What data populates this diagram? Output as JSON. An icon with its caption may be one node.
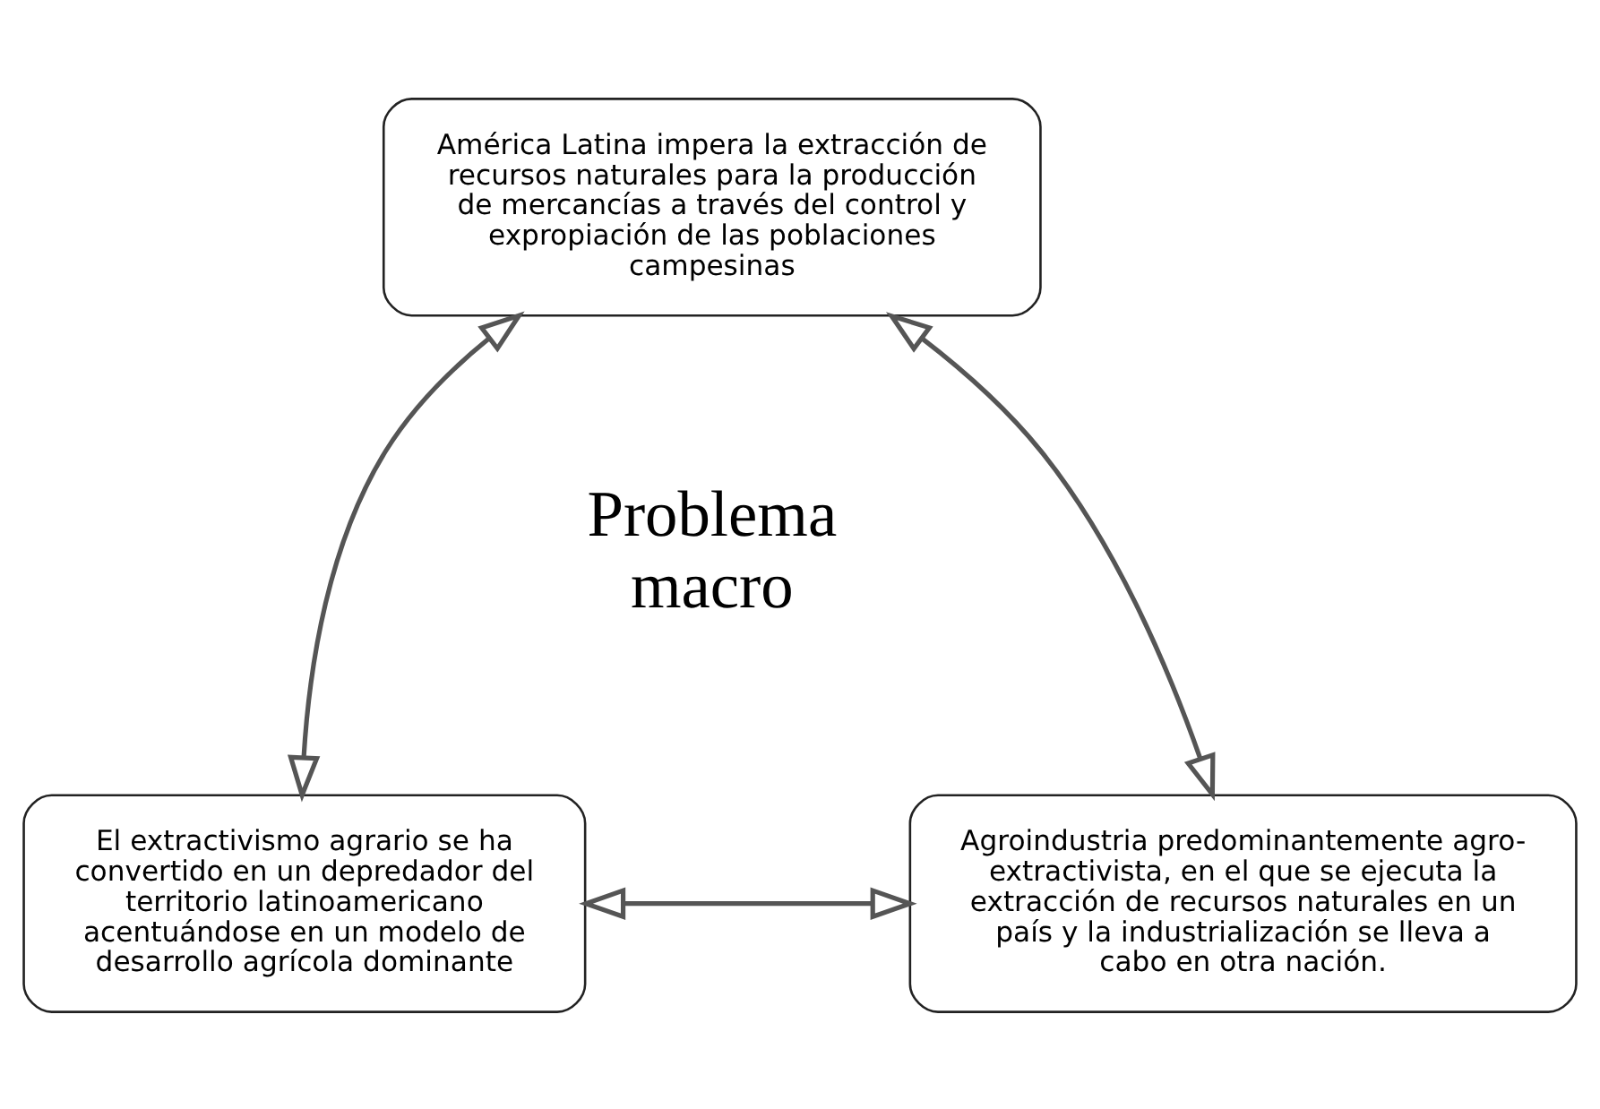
{
  "diagram": {
    "nodes": [
      {
        "text": [
          "América Latina impera la extracción de recursos naturales para la producción de mercancías a través del control y expropiación de las poblaciones campesinas"
        ]
      },
      {
        "text": [
          "El extractivismo agrario se ha convertido en un depredador del territorio latinoamericano acentuándose en un modelo de desarrollo agrícola dominante"
        ]
      },
      {
        "text": [
          "Agroindustria predominantemente agro-extractivista, en el que se ejecuta la extracción de recursos naturales en un país y la industrialización se lleva a cabo en otra nación."
        ]
      }
    ],
    "edges": [
      {
        "from": 0,
        "to": 1,
        "arrow": "both"
      },
      {
        "from": 0,
        "to": 2,
        "arrow": "both"
      },
      {
        "from": 1,
        "to": 2,
        "arrow": "both"
      }
    ],
    "labels": [
      "Problema macro"
    ]
  }
}
